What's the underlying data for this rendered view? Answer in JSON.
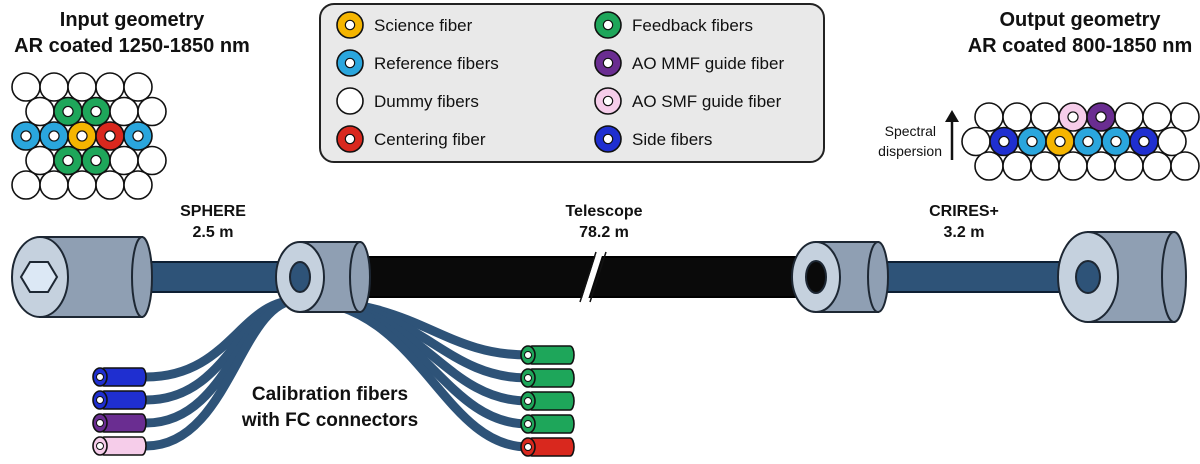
{
  "input_geometry": {
    "title_line1": "Input geometry",
    "title_line2": "AR coated 1250-1850 nm",
    "rows": [
      [
        "dummy",
        "dummy",
        "dummy",
        "dummy",
        "dummy"
      ],
      [
        "dummy",
        "feedback",
        "feedback",
        "dummy",
        "dummy"
      ],
      [
        "reference",
        "reference",
        "science",
        "centering",
        "reference"
      ],
      [
        "dummy",
        "feedback",
        "feedback",
        "dummy",
        "dummy"
      ],
      [
        "dummy",
        "dummy",
        "dummy",
        "dummy",
        "dummy"
      ]
    ]
  },
  "output_geometry": {
    "title_line1": "Output geometry",
    "title_line2": "AR coated 800-1850 nm",
    "dispersion_line1": "Spectral",
    "dispersion_line2": "dispersion",
    "rows": [
      [
        "dummy",
        "dummy",
        "dummy",
        "ao_smf",
        "ao_mmf",
        "dummy",
        "dummy",
        "dummy"
      ],
      [
        "dummy",
        "side",
        "reference",
        "science",
        "reference",
        "reference",
        "side",
        "dummy"
      ],
      [
        "dummy",
        "dummy",
        "dummy",
        "dummy",
        "dummy",
        "dummy",
        "dummy",
        "dummy"
      ]
    ]
  },
  "legend": [
    {
      "type": "science",
      "label": "Science fiber"
    },
    {
      "type": "reference",
      "label": "Reference fibers"
    },
    {
      "type": "dummy",
      "label": "Dummy fibers"
    },
    {
      "type": "centering",
      "label": "Centering fiber"
    },
    {
      "type": "feedback",
      "label": "Feedback fibers"
    },
    {
      "type": "ao_mmf",
      "label": "AO MMF guide fiber"
    },
    {
      "type": "ao_smf",
      "label": "AO SMF guide fiber"
    },
    {
      "type": "side",
      "label": "Side fibers"
    }
  ],
  "colors": {
    "science": "#f5b500",
    "reference": "#2aa6dd",
    "dummy": "#ffffff",
    "centering": "#d9281e",
    "feedback": "#1ea65a",
    "ao_mmf": "#6a2d91",
    "ao_smf": "#f6cdea",
    "side": "#1f2fd0",
    "cable_blue": "#2e5378",
    "cable_black": "#0a0a0a",
    "connector_gray": "#8f9fb3",
    "legend_bg": "#e9e9e9"
  },
  "cable": {
    "sphere_line1": "SPHERE",
    "sphere_line2": "2.5 m",
    "telescope_line1": "Telescope",
    "telescope_line2": "78.2 m",
    "crires_line1": "CRIRES+",
    "crires_line2": "3.2 m"
  },
  "calibration": {
    "label_line1": "Calibration fibers",
    "label_line2": "with FC connectors",
    "left_connectors": [
      "side",
      "side",
      "ao_mmf",
      "ao_smf"
    ],
    "right_connectors": [
      "feedback",
      "feedback",
      "feedback",
      "feedback",
      "centering"
    ]
  }
}
